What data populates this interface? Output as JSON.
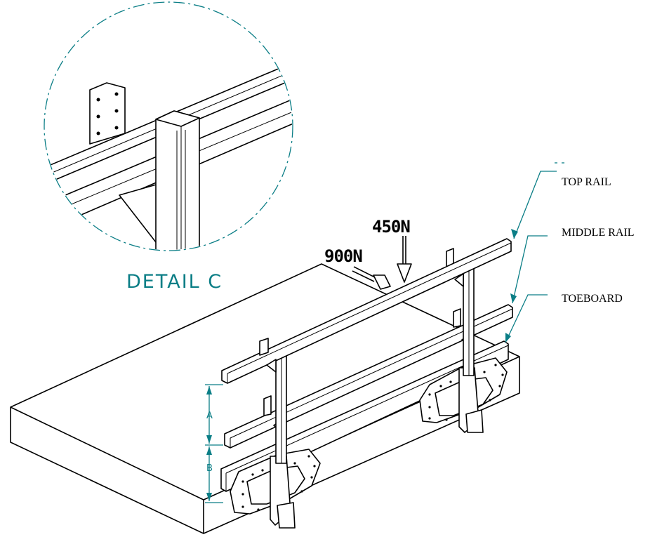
{
  "labels": {
    "top_rail": "TOP RAIL",
    "middle_rail": "MIDDLE RAIL",
    "toeboard": "TOEBOARD"
  },
  "loads": {
    "vertical": "450N",
    "horizontal": "900N"
  },
  "detail": {
    "title": "DETAIL C",
    "callout": "C"
  },
  "dimensions": {
    "a": "A",
    "b": "B"
  },
  "colors": {
    "line": "#000000",
    "annotation": "#0b7e86"
  }
}
